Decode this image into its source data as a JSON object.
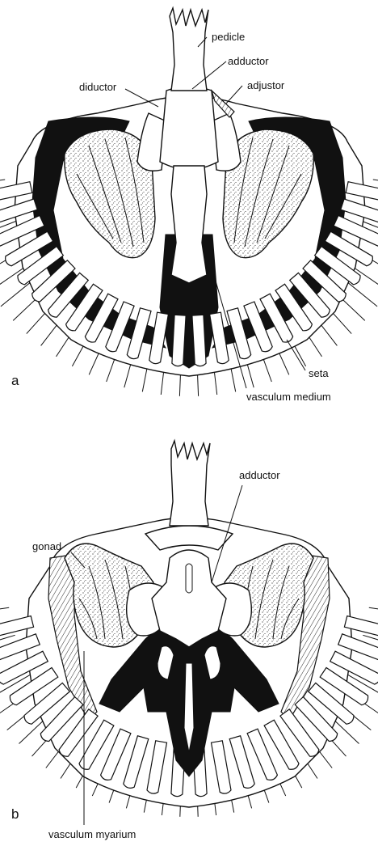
{
  "figure": {
    "panel_a": {
      "letter": "a",
      "labels": {
        "pedicle": "pedicle",
        "adductor": "adductor",
        "adjustor": "adjustor",
        "diductor": "diductor",
        "seta": "seta",
        "vasculum_medium": "vasculum medium"
      }
    },
    "panel_b": {
      "letter": "b",
      "labels": {
        "adductor": "adductor",
        "gonad": "gonad",
        "vasculum_myarium": "vasculum myarium"
      }
    }
  }
}
